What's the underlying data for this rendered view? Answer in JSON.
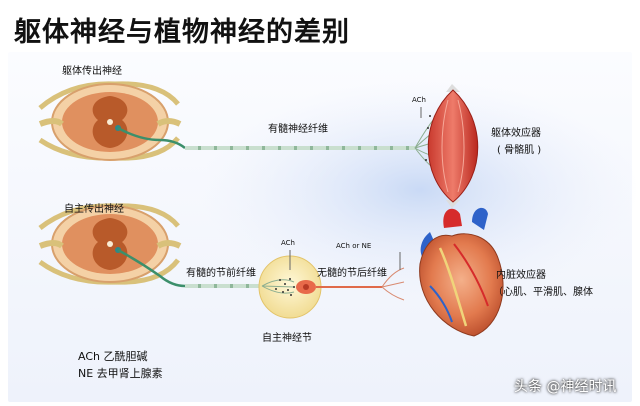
{
  "title": "躯体神经与植物神经的差别",
  "somatic": {
    "efferent_label": "躯体传出神经",
    "fiber_label": "有髓神经纤维",
    "transmitter": "ACh",
    "effector_label": "躯体效应器",
    "effector_sub": "( 骨骼肌 )"
  },
  "autonomic": {
    "efferent_label": "自主传出神经",
    "pre_fiber_label": "有髓的节前纤维",
    "post_fiber_label": "无髓的节后纤维",
    "ganglion_transmitter": "ACh",
    "post_transmitter": "ACh or NE",
    "ganglion_label": "自主神经节",
    "effector_label": "内脏效应器",
    "effector_sub": "（心肌、平滑肌、腺体"
  },
  "legend": {
    "ach": "ACh 乙酰胆碱",
    "ne": "NE 去甲肾上腺素"
  },
  "watermark": "头条 @神经时讯"
}
